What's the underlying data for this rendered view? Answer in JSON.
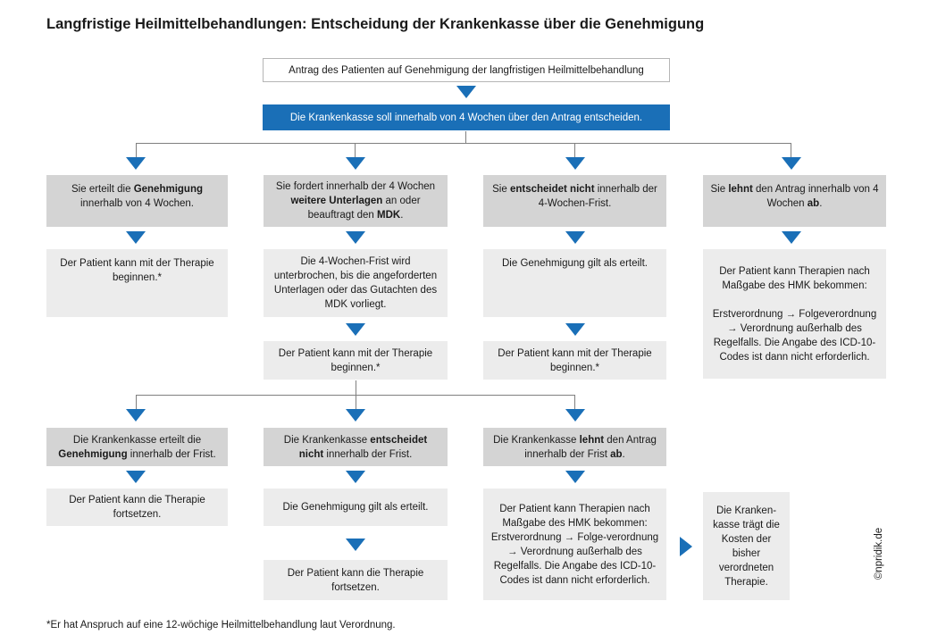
{
  "title": "Langfristige Heilmittelbehandlungen: Entscheidung der Krankenkasse über die Genehmigung",
  "colors": {
    "accent": "#1a6fb7",
    "box_dark": "#d4d4d4",
    "box_light": "#ececec",
    "connector": "#7f7f7f"
  },
  "nodes": {
    "antrag": [
      {
        "t": "Antrag des Patienten auf Genehmigung der langfristigen Heilmittelbehandlung"
      }
    ],
    "entscheidung": [
      {
        "t": "Die Krankenkasse soll innerhalb von 4 Wochen über den Antrag entscheiden."
      }
    ],
    "a1": [
      {
        "t": "Sie erteilt die "
      },
      {
        "t": "Genehmigung",
        "b": true
      },
      {
        "t": " innerhalb von 4 Wochen."
      }
    ],
    "a2": [
      {
        "t": "Sie fordert innerhalb der 4 Wochen "
      },
      {
        "t": "weitere Unterlagen",
        "b": true
      },
      {
        "t": " an oder beauftragt den "
      },
      {
        "t": "MDK",
        "b": true
      },
      {
        "t": "."
      }
    ],
    "a3": [
      {
        "t": "Sie "
      },
      {
        "t": "entscheidet nicht",
        "b": true
      },
      {
        "t": " innerhalb der 4-Wochen-Frist."
      }
    ],
    "a4": [
      {
        "t": "Sie "
      },
      {
        "t": "lehnt",
        "b": true
      },
      {
        "t": " den Antrag innerhalb von 4 Wochen "
      },
      {
        "t": "ab",
        "b": true
      },
      {
        "t": "."
      }
    ],
    "b1": [
      {
        "t": "Der Patient kann mit der Therapie beginnen.*"
      }
    ],
    "b2": [
      {
        "t": "Die 4-Wochen-Frist wird unterbrochen, bis die angeforderten Unterlagen oder das Gutachten des MDK vorliegt."
      }
    ],
    "b3": [
      {
        "t": "Die Genehmigung gilt als erteilt."
      }
    ],
    "b4": [
      {
        "t": "Der Patient kann Therapien nach Maßgabe des HMK bekommen:"
      },
      {
        "br": true
      },
      {
        "br": true
      },
      {
        "t": "Erstverordnung → Folgeverordnung → Verordnung außerhalb des Regelfalls. Die Angabe des ICD-10-Codes ist dann nicht erforderlich."
      }
    ],
    "c2": [
      {
        "t": "Der Patient kann mit der Therapie beginnen.*"
      }
    ],
    "c3": [
      {
        "t": "Der Patient kann mit der Therapie beginnen.*"
      }
    ],
    "d1": [
      {
        "t": "Die Krankenkasse erteilt die "
      },
      {
        "t": "Genehmigung",
        "b": true
      },
      {
        "t": " innerhalb der Frist."
      }
    ],
    "d2": [
      {
        "t": "Die Krankenkasse "
      },
      {
        "t": "entscheidet nicht",
        "b": true
      },
      {
        "t": " innerhalb der Frist."
      }
    ],
    "d3": [
      {
        "t": "Die Krankenkasse "
      },
      {
        "t": "lehnt",
        "b": true
      },
      {
        "t": " den Antrag innerhalb der Frist "
      },
      {
        "t": "ab",
        "b": true
      },
      {
        "t": "."
      }
    ],
    "e1": [
      {
        "t": "Der Patient kann die Therapie fortsetzen."
      }
    ],
    "e2": [
      {
        "t": "Die Genehmigung gilt als erteilt."
      }
    ],
    "e3": [
      {
        "t": "Der Patient kann Therapien nach Maßgabe des HMK bekommen: Erstverordnung → Folge-verordnung → Verordnung außerhalb des Regelfalls. Die Angabe des ICD-10-Codes ist dann nicht erforderlich."
      }
    ],
    "f2": [
      {
        "t": "Der Patient kann die Therapie fortsetzen."
      }
    ],
    "kosten": [
      {
        "t": "Die Kranken-kasse trägt die Kosten der bisher verordneten Therapie."
      }
    ]
  },
  "footnote": "*Er hat Anspruch auf eine 12-wöchige Heilmittelbehandlung laut Verordnung.",
  "copyright": "©npridik.de"
}
